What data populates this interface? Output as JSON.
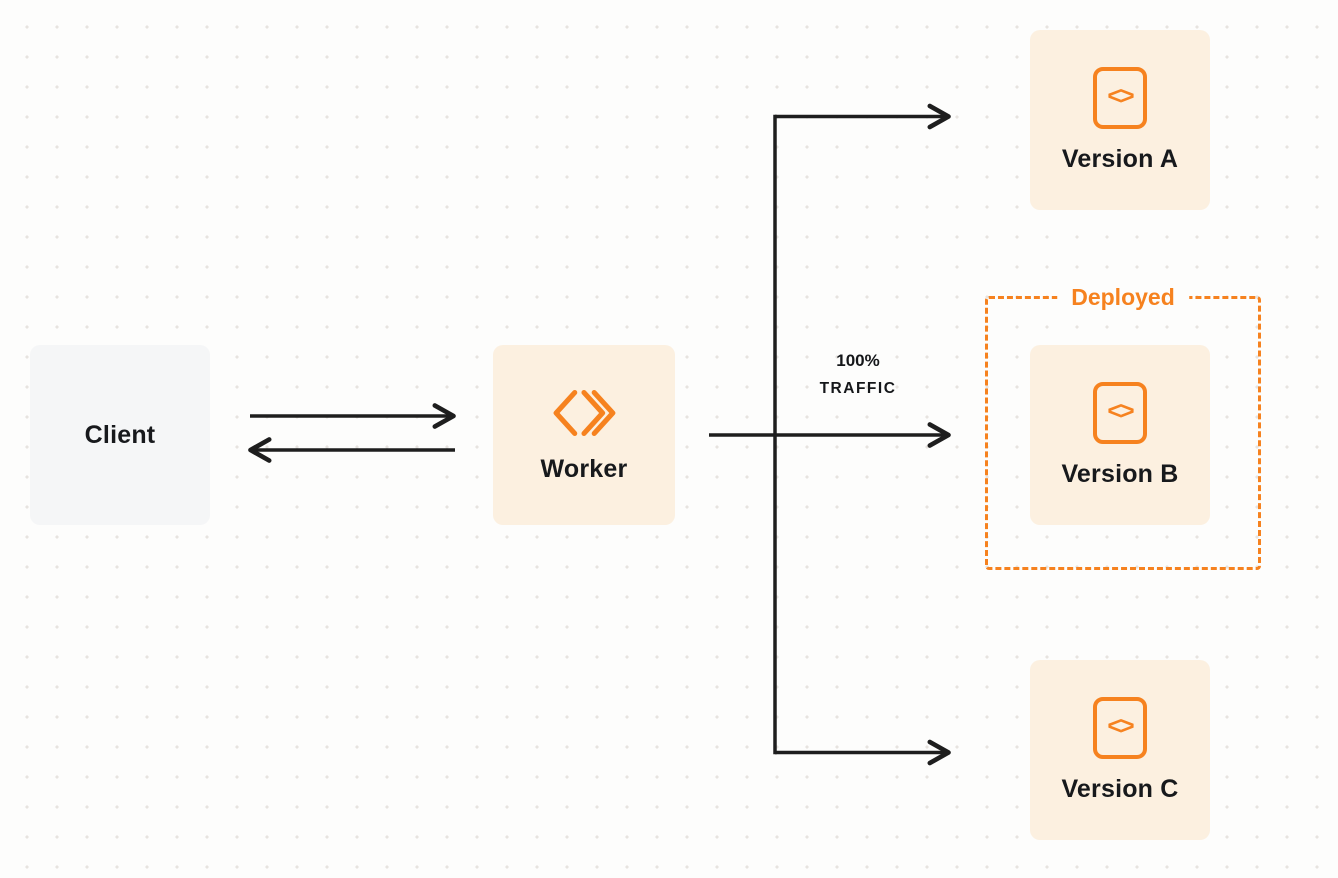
{
  "diagram": {
    "client": {
      "label": "Client"
    },
    "worker": {
      "label": "Worker"
    },
    "traffic": {
      "line1": "100%",
      "line2": "TRAFFIC"
    },
    "deployed": {
      "label": "Deployed"
    },
    "versions": [
      {
        "label": "Version A"
      },
      {
        "label": "Version B"
      },
      {
        "label": "Version C"
      }
    ],
    "version_icon_glyph": "<>",
    "icons": {
      "worker_icon": "cloudflare-workers-chevrons-icon",
      "version_icon": "code-file-icon"
    },
    "colors": {
      "accent_orange": "#F6821F",
      "node_cream": "#FCF0E0",
      "client_gray": "#F5F6F7",
      "arrow_dark": "#1E1E1E",
      "text_dark": "#17191C",
      "background": "#FDFDFC"
    }
  }
}
